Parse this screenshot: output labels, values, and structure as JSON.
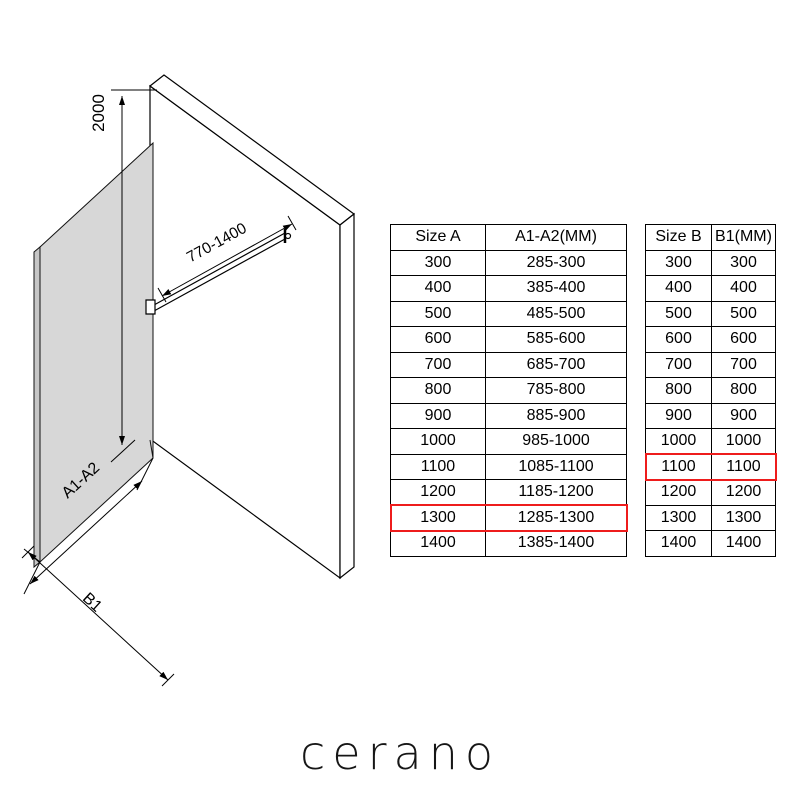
{
  "brand": {
    "logo_text": "cerano"
  },
  "diagram": {
    "labels": {
      "height": "2000",
      "bar_range": "770-1400",
      "width_a": "A1-A2",
      "width_b": "B1"
    }
  },
  "tables": [
    {
      "name": "size-a-table",
      "headers": [
        "Size A",
        "A1-A2(MM)"
      ],
      "rows": [
        [
          "300",
          "285-300"
        ],
        [
          "400",
          "385-400"
        ],
        [
          "500",
          "485-500"
        ],
        [
          "600",
          "585-600"
        ],
        [
          "700",
          "685-700"
        ],
        [
          "800",
          "785-800"
        ],
        [
          "900",
          "885-900"
        ],
        [
          "1000",
          "985-1000"
        ],
        [
          "1100",
          "1085-1100"
        ],
        [
          "1200",
          "1185-1200"
        ],
        [
          "1300",
          "1285-1300"
        ],
        [
          "1400",
          "1385-1400"
        ]
      ],
      "highlighted_row": 10
    },
    {
      "name": "size-b-table",
      "headers": [
        "Size B",
        "B1(MM)"
      ],
      "rows": [
        [
          "300",
          "300"
        ],
        [
          "400",
          "400"
        ],
        [
          "500",
          "500"
        ],
        [
          "600",
          "600"
        ],
        [
          "700",
          "700"
        ],
        [
          "800",
          "800"
        ],
        [
          "900",
          "900"
        ],
        [
          "1000",
          "1000"
        ],
        [
          "1100",
          "1100"
        ],
        [
          "1200",
          "1200"
        ],
        [
          "1300",
          "1300"
        ],
        [
          "1400",
          "1400"
        ]
      ],
      "highlighted_row": 8
    }
  ],
  "colors": {
    "highlight": "#ee1c1c",
    "glass": "#d7d7d7",
    "line": "#000000"
  }
}
